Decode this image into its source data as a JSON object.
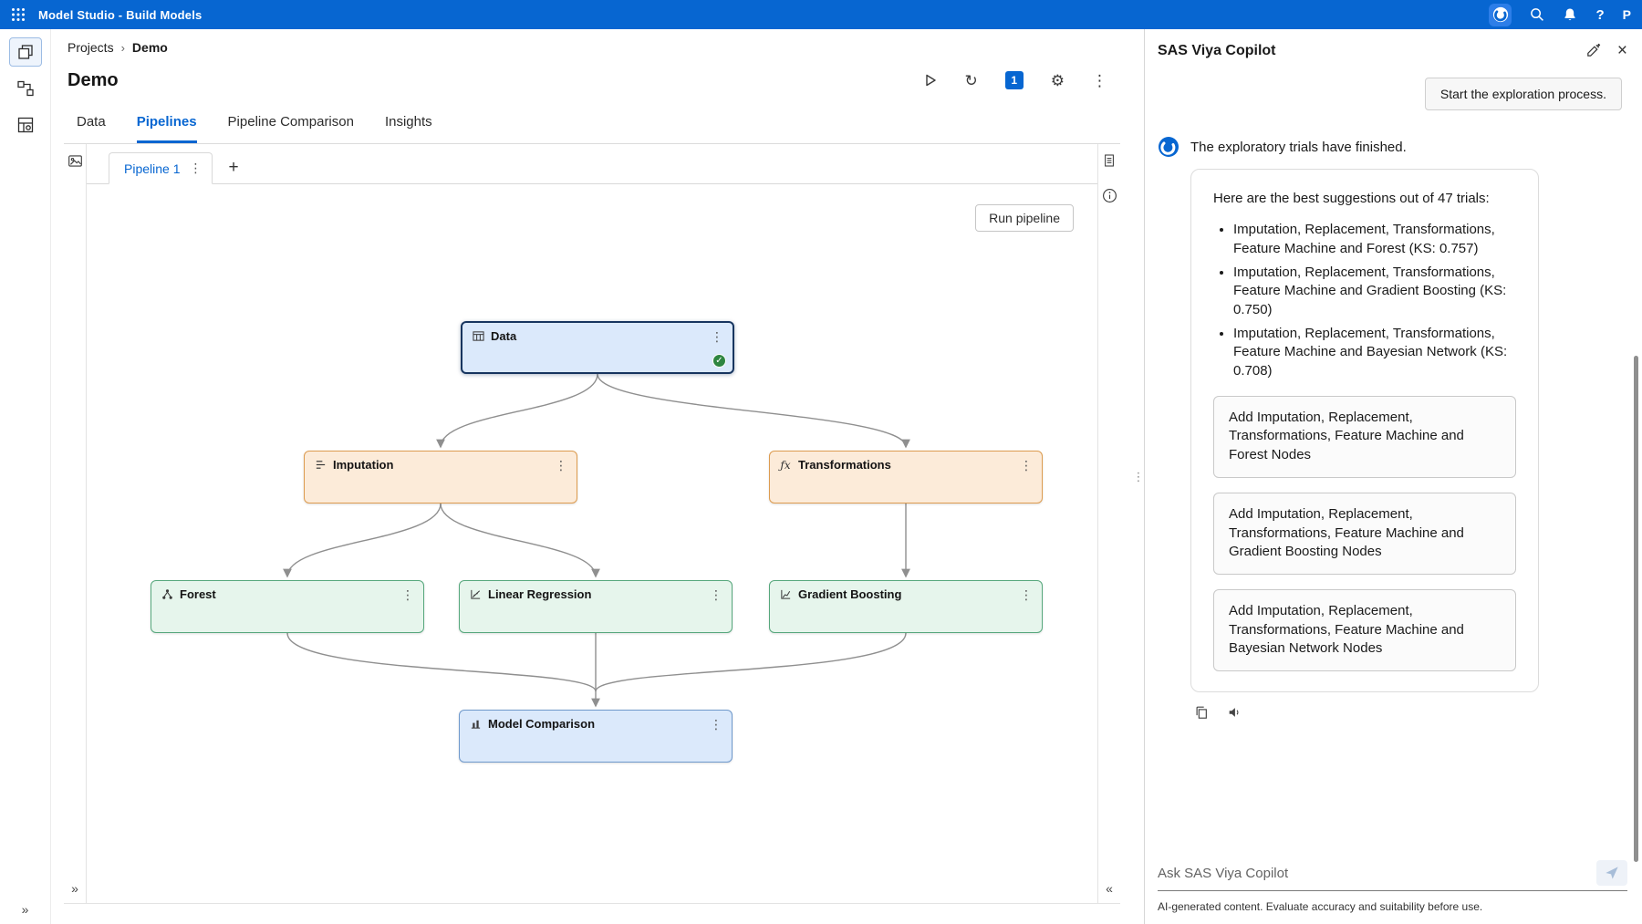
{
  "topbar": {
    "title": "Model Studio - Build Models",
    "avatar_initial": "P"
  },
  "icons": {
    "kebab": "⋮",
    "add": "+",
    "expand": "»",
    "collapse": "«",
    "breadcrumb_separator": "›",
    "help": "?",
    "retrain": "↻",
    "gear": "⚙",
    "close": "×",
    "drag_handle": "⋮",
    "check": "✓",
    "fx": "ƒx"
  },
  "breadcrumb": {
    "root": "Projects",
    "current": "Demo"
  },
  "project": {
    "title": "Demo",
    "badge_count": "1"
  },
  "tabs": [
    {
      "label": "Data"
    },
    {
      "label": "Pipelines"
    },
    {
      "label": "Pipeline Comparison"
    },
    {
      "label": "Insights"
    }
  ],
  "pipeline_tabs": {
    "active": "Pipeline 1"
  },
  "canvas": {
    "run_button": "Run pipeline",
    "nodes": [
      {
        "label": "Data",
        "status": "complete"
      },
      {
        "label": "Imputation"
      },
      {
        "label": "Transformations"
      },
      {
        "label": "Forest"
      },
      {
        "label": "Linear Regression"
      },
      {
        "label": "Gradient Boosting"
      },
      {
        "label": "Model Comparison"
      }
    ]
  },
  "copilot": {
    "title": "SAS Viya Copilot",
    "user_message": "Start the exploration process.",
    "assistant_message": "The exploratory trials have finished.",
    "card": {
      "heading": "Here are the best suggestions out of 47 trials:",
      "bullets": [
        "Imputation, Replacement, Transformations, Feature Machine and Forest (KS: 0.757)",
        "Imputation, Replacement, Transformations, Feature Machine and Gradient Boosting (KS: 0.750)",
        "Imputation, Replacement, Transformations, Feature Machine and Bayesian Network (KS: 0.708)"
      ],
      "actions": [
        "Add Imputation, Replacement, Transformations, Feature Machine and Forest Nodes",
        "Add Imputation, Replacement, Transformations, Feature Machine and Gradient Boosting Nodes",
        "Add Imputation, Replacement, Transformations, Feature Machine and Bayesian Network Nodes"
      ]
    },
    "input_placeholder": "Ask SAS Viya Copilot",
    "disclaimer": "AI-generated content. Evaluate accuracy and suitability before use."
  },
  "colors": {
    "topbar": "#0766d1",
    "accent": "#0766d1",
    "node_blue_bg": "#dbe9fb",
    "node_orange_bg": "#fcebd9",
    "node_green_bg": "#e6f5ec",
    "success": "#2e8540"
  }
}
